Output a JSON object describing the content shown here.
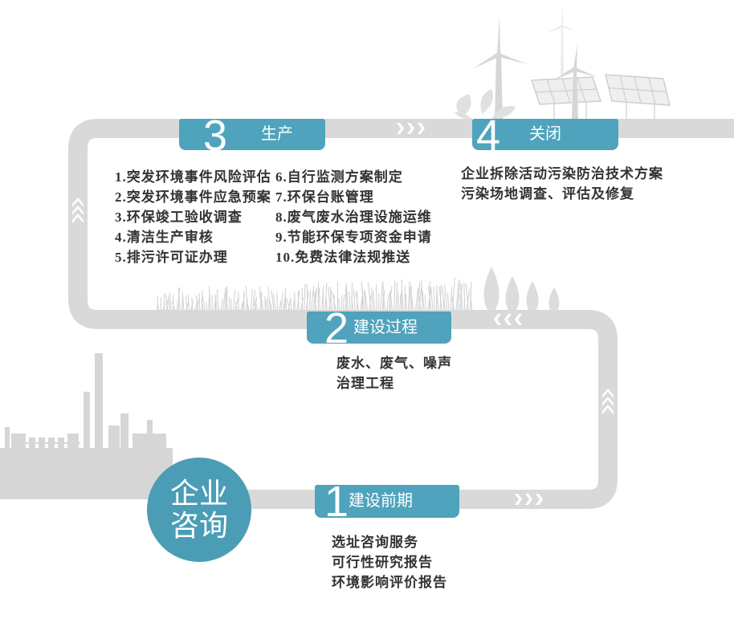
{
  "colors": {
    "accent": "#4fa3bc",
    "circle": "#4b9db6",
    "road": "#d9d9d9",
    "decor": "#d6d6d6",
    "text": "#333333",
    "arrow": "#ffffff"
  },
  "center": {
    "line1": "企业",
    "line2": "咨询"
  },
  "stages": {
    "pre_construction": {
      "number": "1",
      "title": "建设前期",
      "items": [
        "选址咨询服务",
        "可行性研究报告",
        "环境影响评价报告"
      ]
    },
    "construction": {
      "number": "2",
      "title": "建设过程",
      "items": [
        "废水、废气、噪声",
        "治理工程"
      ]
    },
    "production": {
      "number": "3",
      "title": "生产",
      "items_left": [
        "1.突发环境事件风险评估",
        "2.突发环境事件应急预案",
        "3.环保竣工验收调查",
        "4.清洁生产审核",
        "5.排污许可证办理"
      ],
      "items_right": [
        "6.自行监测方案制定",
        "7.环保台账管理",
        "8.废气废水治理设施运维",
        "9.节能环保专项资金申请",
        "10.免费法律法规推送"
      ]
    },
    "closure": {
      "number": "4",
      "title": "关闭",
      "items": [
        "企业拆除活动污染防治技术方案",
        "污染场地调查、评估及修复"
      ]
    }
  }
}
